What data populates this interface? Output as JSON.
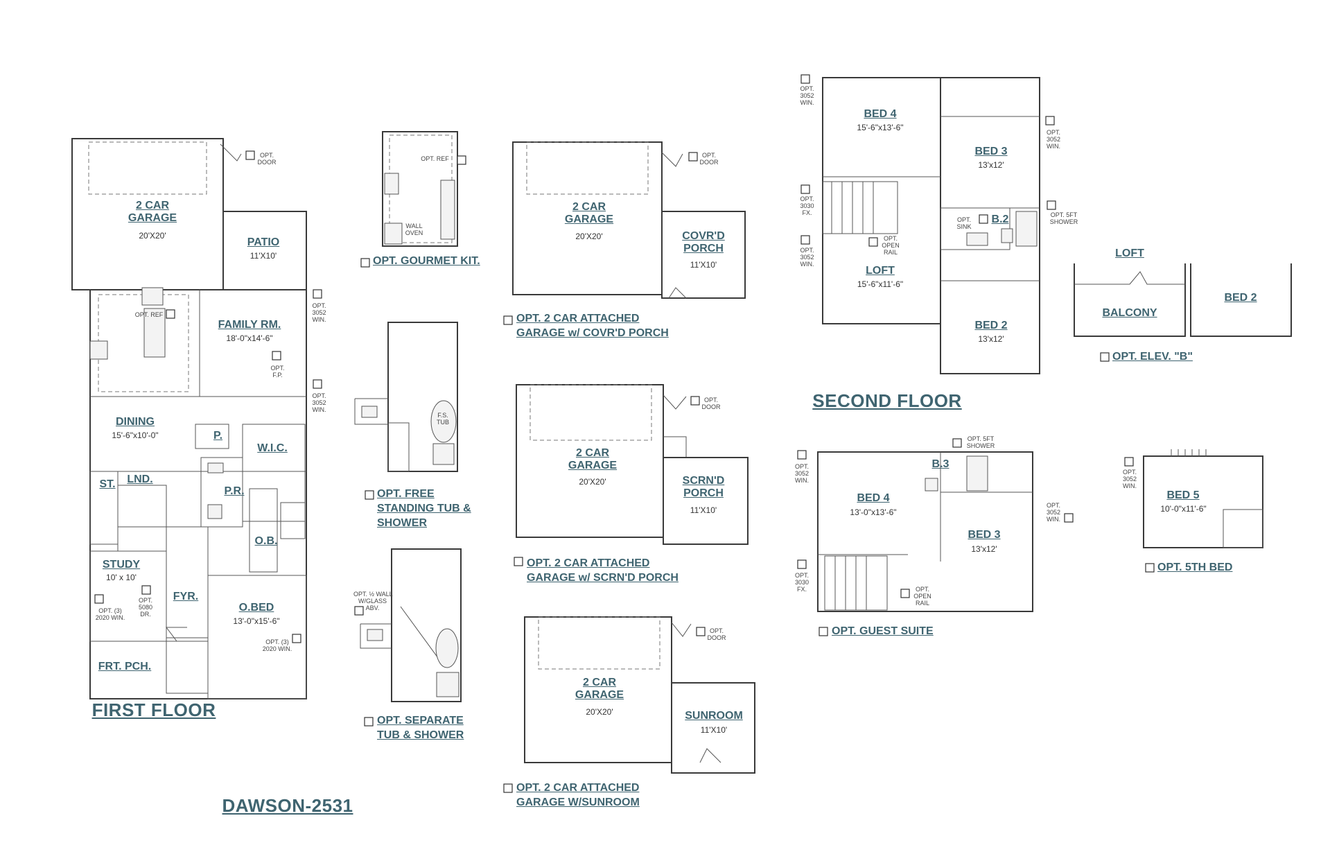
{
  "plan_name": "DAWSON-2531",
  "floor_titles": {
    "first": "FIRST FLOOR",
    "second": "SECOND FLOOR"
  },
  "first_floor": {
    "garage": {
      "name": "2 CAR\nGARAGE",
      "dim": "20'X20'"
    },
    "opt_door": "OPT.\nDOOR",
    "patio": {
      "name": "PATIO",
      "dim": "11'X10'"
    },
    "family": {
      "name": "FAMILY RM.",
      "dim": "18'-0\"x14'-6\""
    },
    "opt_ref": "OPT. REF",
    "opt_fp": "OPT.\nF.P.",
    "win_3052_a": "OPT.\n3052\nWIN.",
    "win_3052_b": "OPT.\n3052\nWIN.",
    "dining": {
      "name": "DINING",
      "dim": "15'-6\"x10'-0\""
    },
    "pantry": "P.",
    "wic": "W.I.C.",
    "st": "ST.",
    "lnd": "LND.",
    "pr": "P.R.",
    "ob": "O.B.",
    "study": {
      "name": "STUDY",
      "dim": "10' x 10'"
    },
    "opt_2020_study": "OPT. (3)\n2020 WIN.",
    "opt_5080": "OPT.\n5080\nDR.",
    "fyr": "FYR.",
    "obed": {
      "name": "O.BED",
      "dim": "13'-0\"x15'-6\""
    },
    "opt_2020_obed": "OPT. (3)\n2020 WIN.",
    "front_porch": "FRT. PCH."
  },
  "options_col1": {
    "gourmet_opt_ref": "OPT. REF",
    "wall_oven": "WALL\nOVEN",
    "gourmet_title": "OPT. GOURMET KIT.",
    "fs_tub": "F.S.\nTUB",
    "free_standing_title": "OPT. FREE\nSTANDING TUB &\nSHOWER",
    "opt_wall_glass": "OPT. ½ WALL\nW/GLASS\nABV.",
    "separate_title": "OPT. SEPARATE\nTUB & SHOWER"
  },
  "options_col2": {
    "covrd": {
      "garage": "2 CAR\nGARAGE",
      "garage_dim": "20'X20'",
      "porch": "COVR'D\nPORCH",
      "porch_dim": "11'X10'",
      "door": "OPT.\nDOOR",
      "title": "OPT. 2 CAR ATTACHED\nGARAGE w/ COVR'D PORCH"
    },
    "scrnd": {
      "garage": "2 CAR\nGARAGE",
      "garage_dim": "20'X20'",
      "porch": "SCRN'D\nPORCH",
      "porch_dim": "11'X10'",
      "door": "OPT.\nDOOR",
      "title": "OPT. 2 CAR ATTACHED\nGARAGE w/ SCRN'D PORCH"
    },
    "sunroom": {
      "garage": "2 CAR\nGARAGE",
      "garage_dim": "20'X20'",
      "porch": "SUNROOM",
      "porch_dim": "11'X10'",
      "door": "OPT.\nDOOR",
      "title": "OPT. 2 CAR ATTACHED\nGARAGE W/SUNROOM"
    }
  },
  "second_floor": {
    "win_tl": "OPT.\n3052\nWIN.",
    "bed4": {
      "name": "BED 4",
      "dim": "15'-6\"x13'-6\""
    },
    "bed3": {
      "name": "BED 3",
      "dim": "13'x12'"
    },
    "win_r": "OPT.\n3052\nWIN.",
    "win_3030": "OPT.\n3030\nFX.",
    "win_3052_l": "OPT.\n3052\nWIN.",
    "opt_sink": "OPT.\nSINK",
    "b2": "B.2",
    "opt_5ft": "OPT. 5FT\nSHOWER",
    "open_rail": "OPT.\nOPEN\nRAIL",
    "loft": {
      "name": "LOFT",
      "dim": "15'-6\"x11'-6\""
    },
    "bed2": {
      "name": "BED 2",
      "dim": "13'x12'"
    }
  },
  "elev_b": {
    "loft": "LOFT",
    "balcony": "BALCONY",
    "bed2": "BED 2",
    "title": "OPT. ELEV. \"B\""
  },
  "guest_suite": {
    "win_l": "OPT.\n3052\nWIN.",
    "opt_5ft": "OPT. 5FT\nSHOWER",
    "b3": "B.3",
    "bed4": {
      "name": "BED 4",
      "dim": "13'-0\"x13'-6\""
    },
    "bed3": {
      "name": "BED 3",
      "dim": "13'x12'"
    },
    "win_r": "OPT.\n3052\nWIN.",
    "win_3030": "OPT.\n3030\nFX.",
    "open_rail": "OPT.\nOPEN\nRAIL",
    "title": "OPT. GUEST SUITE"
  },
  "fifth_bed": {
    "win": "OPT.\n3052\nWIN.",
    "name": "BED 5",
    "dim": "10'-0\"x11'-6\"",
    "title": "OPT. 5TH BED"
  },
  "colors": {
    "label": "#3f6470",
    "wall": "#3a3a3a"
  }
}
